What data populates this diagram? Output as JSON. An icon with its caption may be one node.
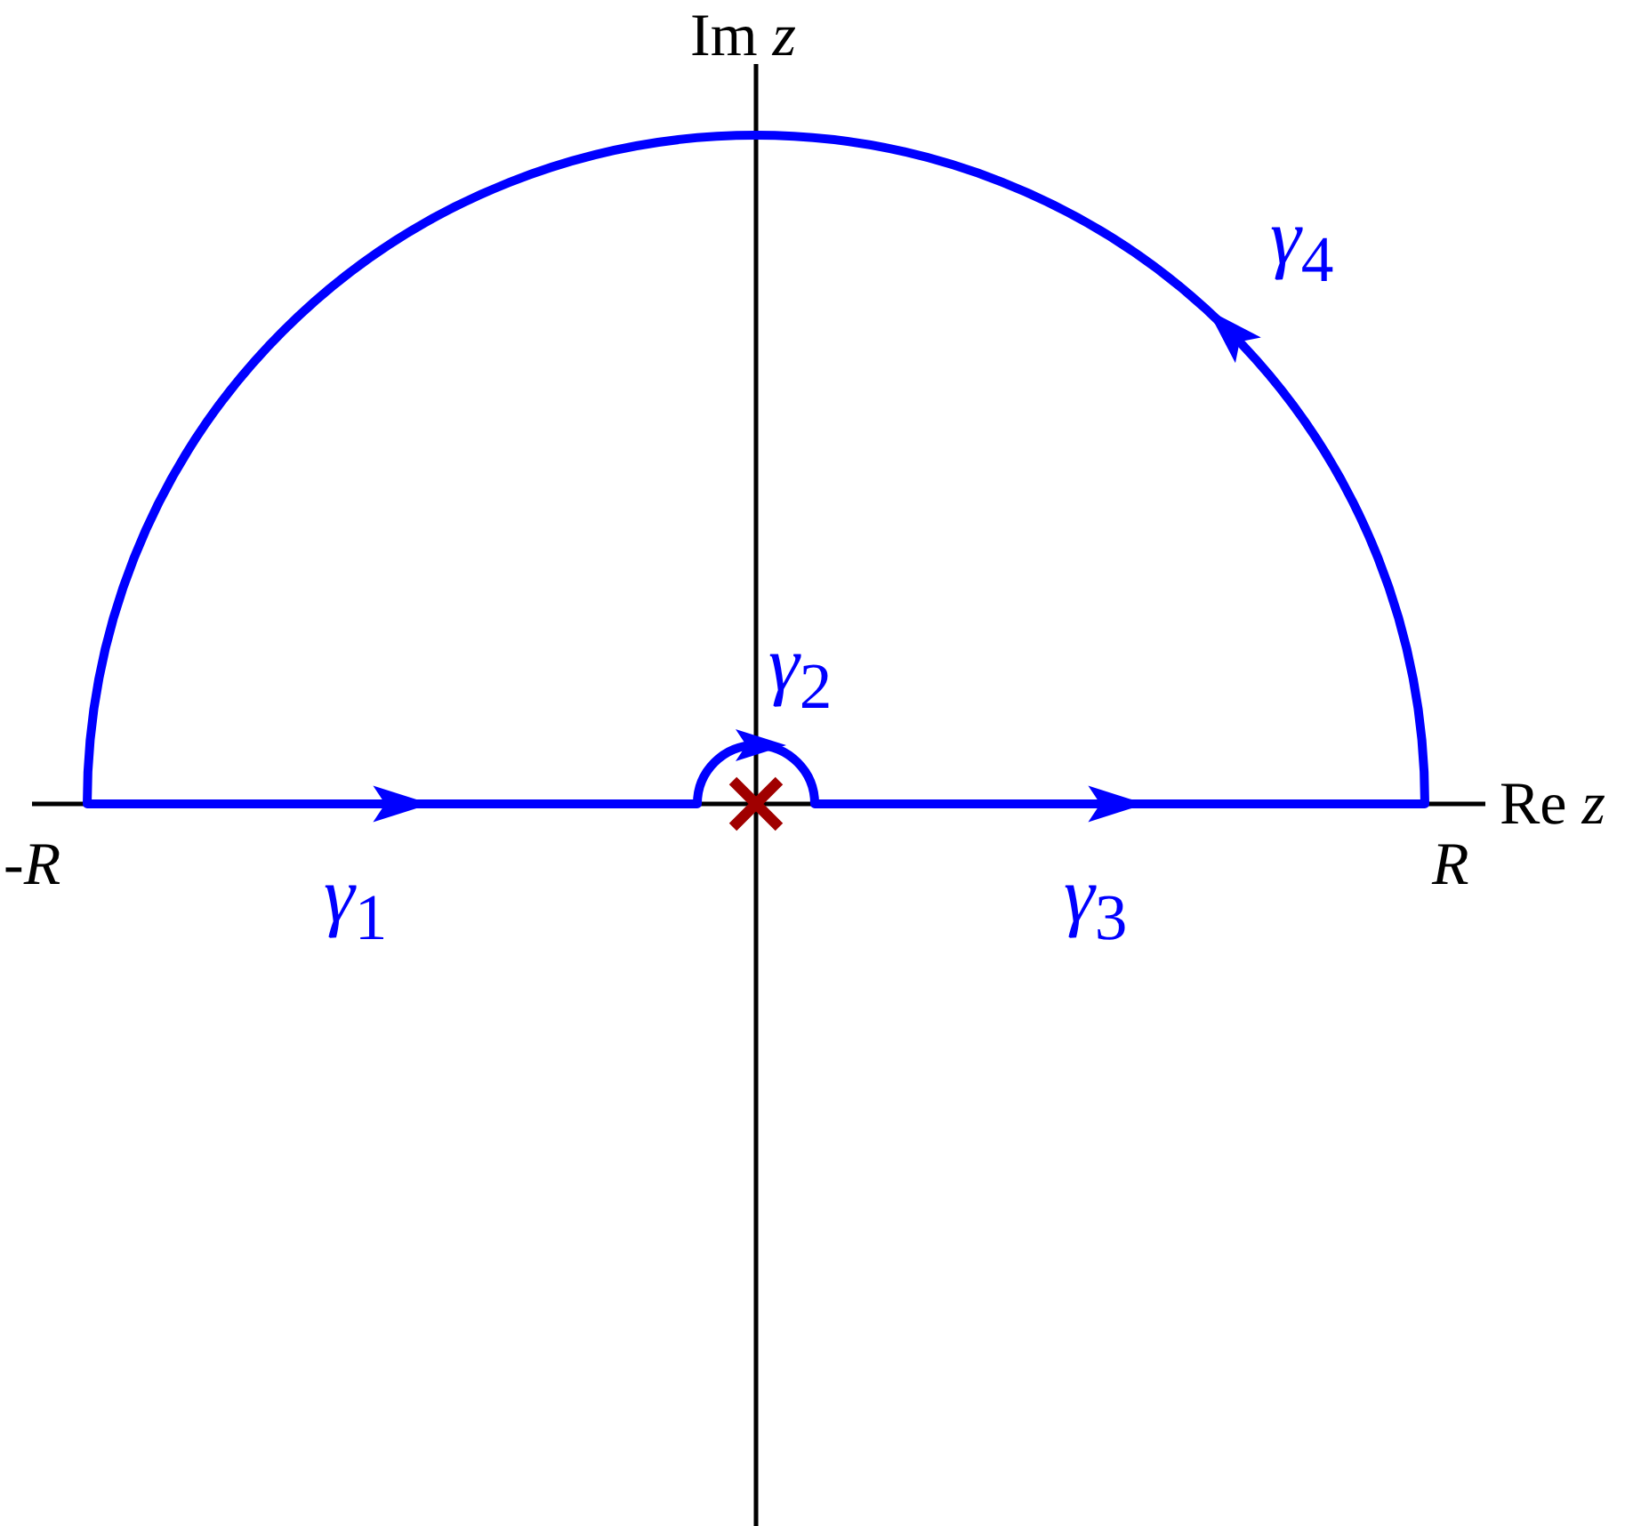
{
  "diagram": {
    "labels": [
      "Im *z*",
      "*γ*$_{4}$",
      "*γ*$_{2}$",
      "Re *z*",
      "-*R*",
      "*R*",
      "*γ*$_{1}$",
      "*γ*$_{3}$"
    ]
  }
}
